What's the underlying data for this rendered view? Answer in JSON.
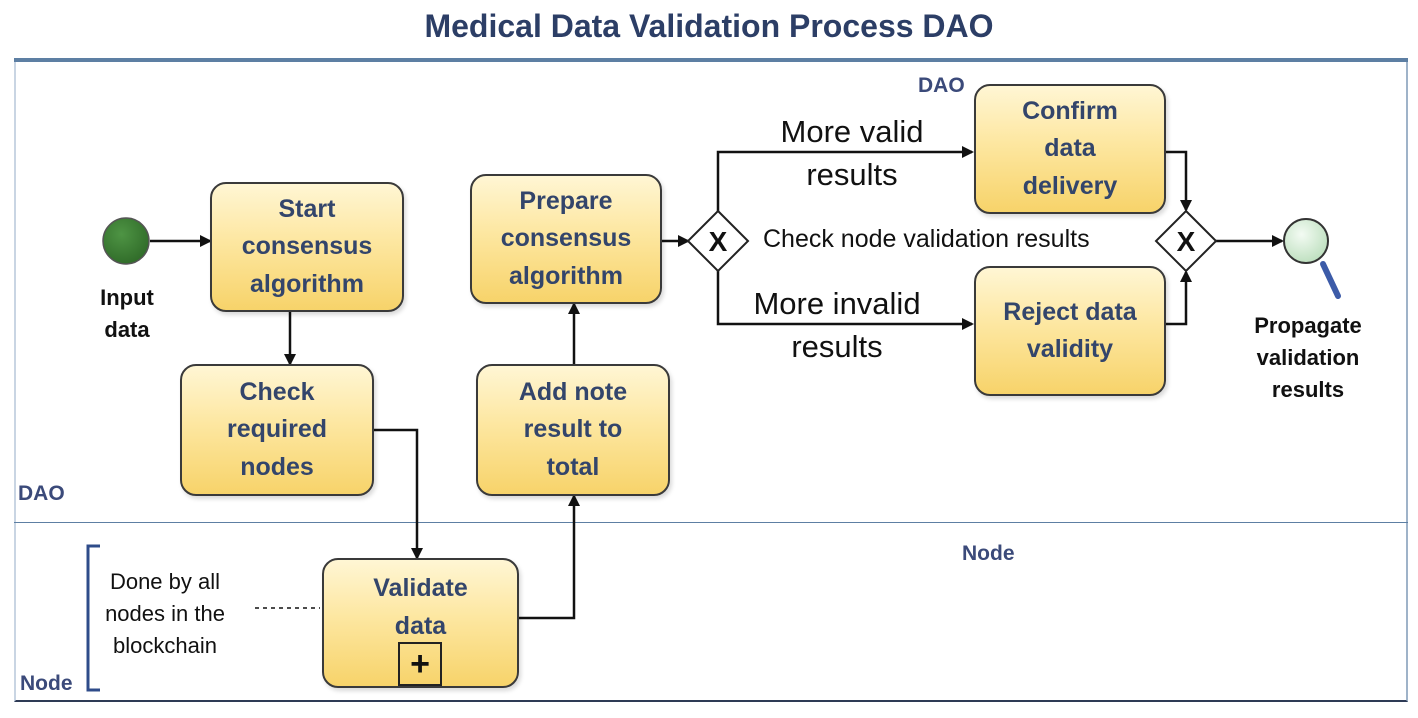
{
  "title": "Medical Data Validation Process DAO",
  "lanes": {
    "dao_left": "DAO",
    "dao_top": "DAO",
    "node_right": "Node",
    "node_left": "Node"
  },
  "events": {
    "start_label": "Input\ndata",
    "end_label": "Propagate\nvalidation\nresults"
  },
  "tasks": {
    "start_consensus": "Start\nconsensus\nalgorithm",
    "check_nodes": "Check\nrequired\nnodes",
    "validate_data": "Validate\ndata",
    "add_note": "Add note\nresult to\ntotal",
    "prepare_consensus": "Prepare\nconsensus\nalgorithm",
    "confirm_delivery": "Confirm\ndata\ndelivery",
    "reject_validity": "Reject data\nvalidity"
  },
  "gateways": {
    "split_symbol": "X",
    "merge_symbol": "X",
    "gateway_text": "Check node validation results"
  },
  "flows": {
    "more_valid": "More valid\nresults",
    "more_invalid": "More invalid\nresults"
  },
  "annotation": {
    "text": "Done by all\nnodes in the\nblockchain"
  },
  "subprocess_marker": "+",
  "colors": {
    "start_event": "#3f7d35",
    "end_event": "#dcefdc",
    "task_fill": "#f7d36a",
    "lane_line": "#5d7fa3",
    "title": "#2c3e66"
  }
}
